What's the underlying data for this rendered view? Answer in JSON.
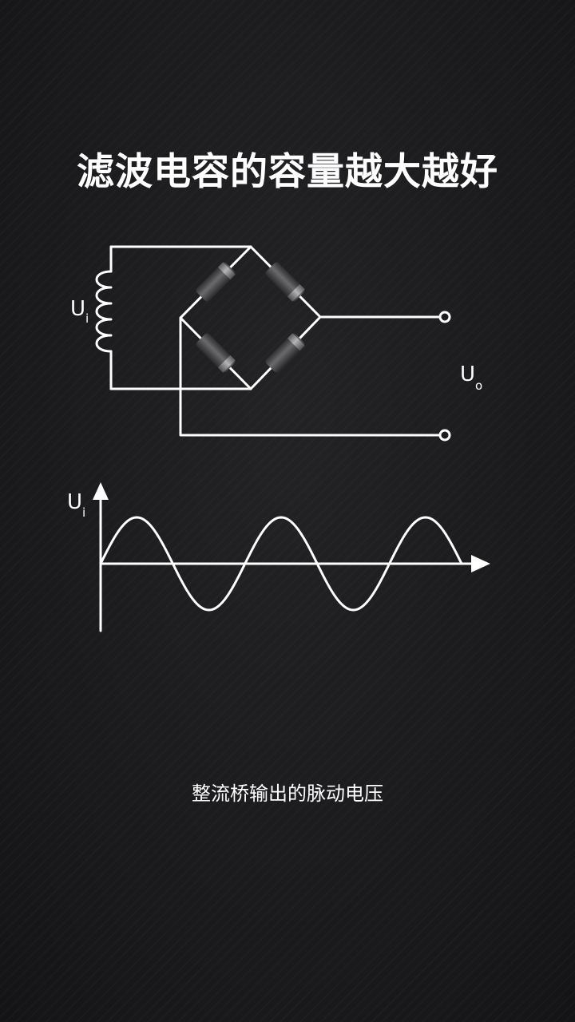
{
  "title": "滤波电容的容量越大越好",
  "subtitle": "整流桥输出的脉动电压",
  "circuit": {
    "input_label_main": "U",
    "input_label_sub": "i",
    "output_label_main": "U",
    "output_label_sub": "o"
  },
  "waveform": {
    "axis_label_main": "U",
    "axis_label_sub": "i",
    "cycles_shown": 2.5
  },
  "colors": {
    "background": "#1c1c1e",
    "line": "#ffffff",
    "diode_body": "#4a4a4c",
    "diode_band": "#8a8a8c"
  }
}
